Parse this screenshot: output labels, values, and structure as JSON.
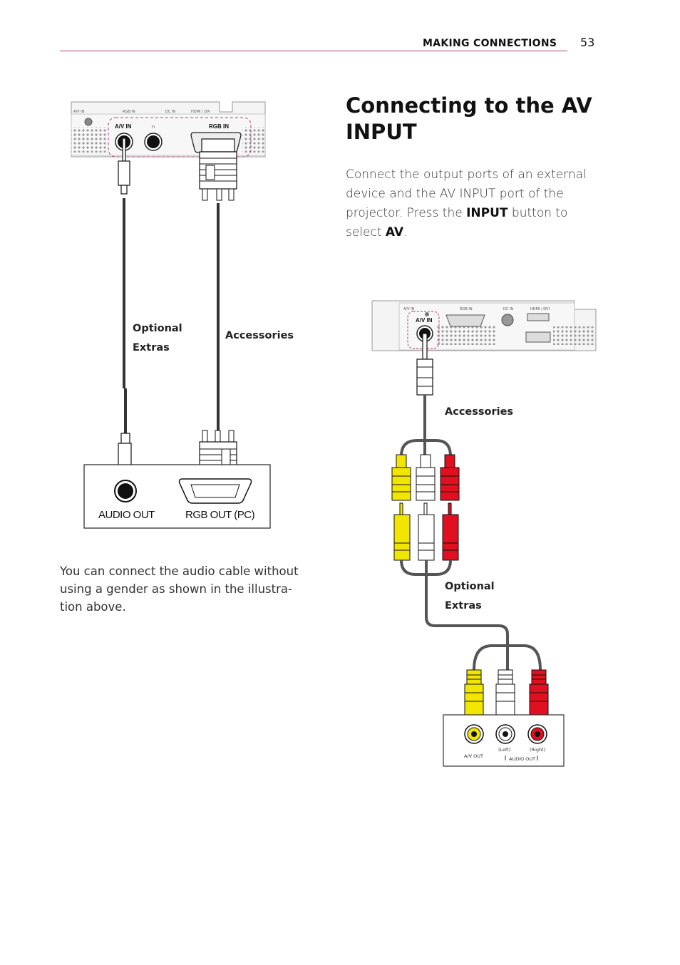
{
  "header": {
    "section": "MAKING CONNECTIONS",
    "page_number": "53"
  },
  "title": "Connecting to the AV INPUT",
  "intro": {
    "text1": "Connect the output ports of an external device and the AV INPUT port of the projector. Press the ",
    "bold1": "INPUT",
    "text2": " button to select ",
    "bold2": "AV",
    "text3": "."
  },
  "note": "You can connect the audio cable without using a gender as shown in the illustra-tion above.",
  "diagram_left": {
    "panel_labels": [
      "A/V IN",
      "RGB IN",
      "DC IN",
      "HDMI / DVI"
    ],
    "port_labels": {
      "av_in": "A/V IN",
      "rgb_in": "RGB IN"
    },
    "optional_label": [
      "Optional",
      "Extras"
    ],
    "accessories_label": "Accessories",
    "device_labels": {
      "audio_out": "AUDIO OUT",
      "rgb_out": "RGB OUT (PC)"
    }
  },
  "diagram_right": {
    "panel_labels": [
      "A/V IN",
      "RGB IN",
      "DC IN",
      "HDMI / DVI"
    ],
    "port_label": "A/V IN",
    "accessories_label": "Accessories",
    "optional_label": [
      "Optional",
      "Extras"
    ],
    "device_labels": {
      "av_out": "A/V OUT",
      "left": "(Left)",
      "right": "(Right)",
      "audio_out": "AUDIO OUT"
    }
  },
  "colors": {
    "accent": "#b0407a",
    "rca_yellow": "#f2e600",
    "rca_red": "#e01020",
    "rca_white": "#ffffff"
  }
}
